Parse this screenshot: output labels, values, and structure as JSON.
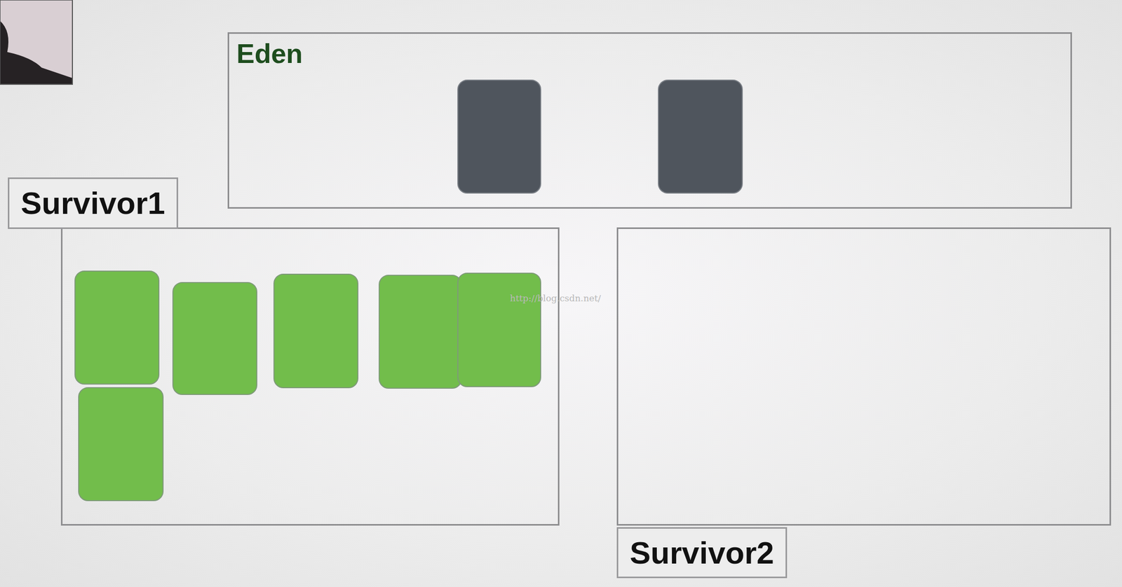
{
  "diagram": {
    "nodes": [
      {
        "text": [
          "Eden"
        ]
      },
      {
        "text": [
          "Survivor1"
        ]
      },
      {
        "text": [
          "Survivor2"
        ]
      }
    ],
    "labels": [
      "http://blog.csdn.net/"
    ]
  }
}
